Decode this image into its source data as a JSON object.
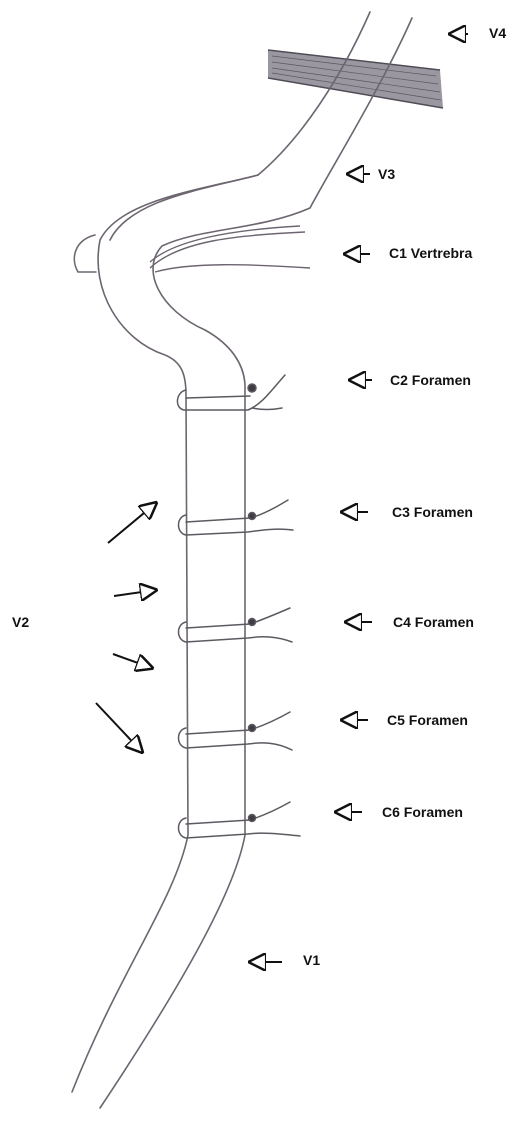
{
  "labels": {
    "v4": "V4",
    "v3": "V3",
    "c1": "C1 Vertrebra",
    "c2": "C2 Foramen",
    "c3": "C3 Foramen",
    "c4": "C4 Foramen",
    "c5": "C5 Foramen",
    "c6": "C6 Foramen",
    "v1": "V1",
    "v2": "V2"
  },
  "colors": {
    "vessel": "#6d6570",
    "bone": "#5c5a60",
    "arrow": "#111111"
  }
}
